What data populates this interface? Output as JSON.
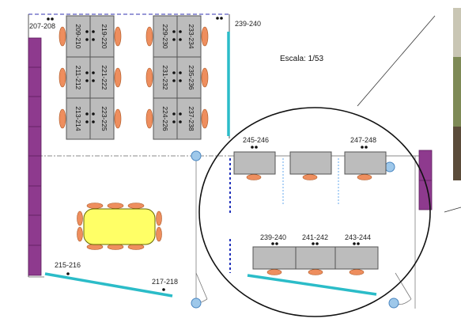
{
  "scale_label": "Escala: 1/53",
  "labels": {
    "l207_208": "207-208",
    "l239_240_top": "239-240",
    "l215_216": "215-216",
    "l217_218": "217-218",
    "l245_246": "245-246",
    "l247_248": "247-248",
    "l239_240_bottom": "239-240",
    "l241_242": "241-242",
    "l243_244": "243-244"
  },
  "desks_left_block": {
    "col1": [
      "209-210",
      "211-212",
      "213-214"
    ],
    "col2": [
      "219-220",
      "221-222",
      "223-225"
    ]
  },
  "desks_right_block": {
    "col1": [
      "229-230",
      "231-232",
      "224-226"
    ],
    "col2": [
      "233-234",
      "235-236",
      "237-238"
    ]
  },
  "colors": {
    "desk": "#bcbcbc",
    "chair": "#ee8e5e",
    "table": "#ffff66",
    "cabinet": "#8e3a8e",
    "cyan_partition": "#2bbcc8",
    "blue_divider": "#2233bb",
    "column_circle": "#9ec8ea"
  }
}
